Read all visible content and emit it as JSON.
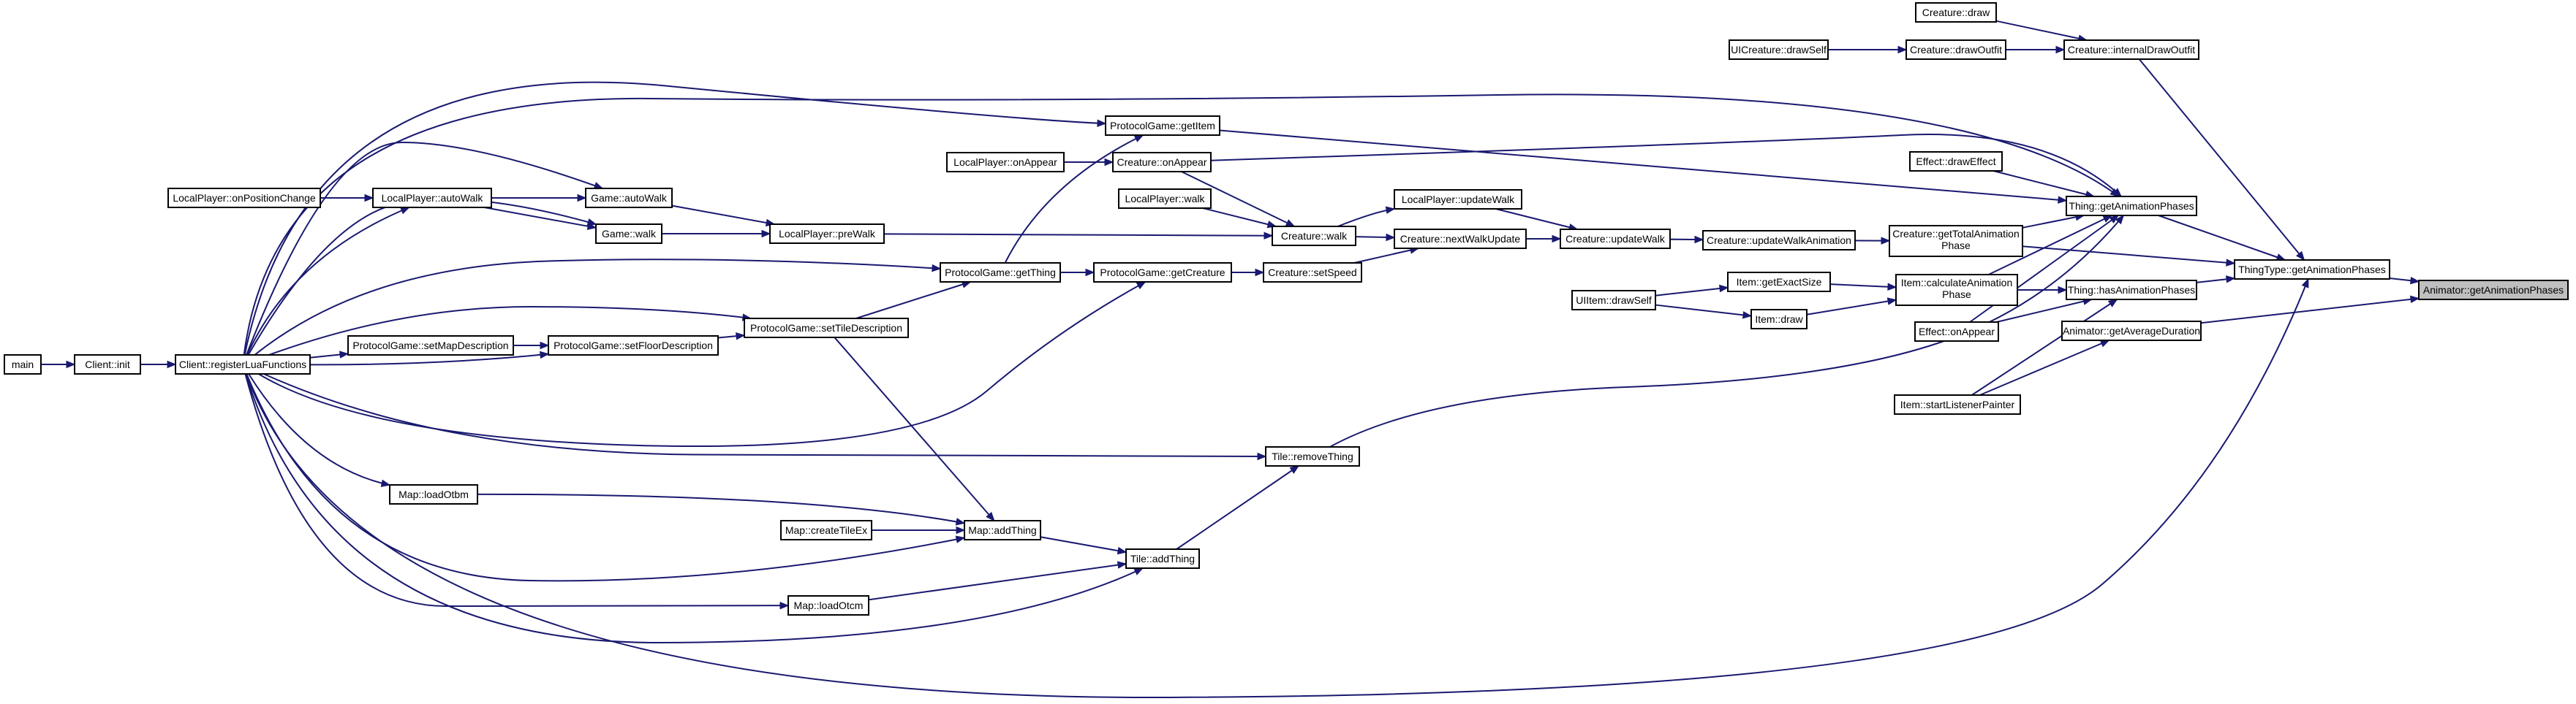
{
  "colors": {
    "edge": "#191970",
    "node_border": "#000000",
    "node_fill": "#ffffff",
    "root_fill": "#bfbfbf"
  },
  "nodes": {
    "animator_getAnimationPhases": "Animator::getAnimationPhases",
    "thingType_getAnimationPhases": "ThingType::getAnimationPhases",
    "thing_getAnimationPhases": "Thing::getAnimationPhases",
    "thing_hasAnimationPhases": "Thing::hasAnimationPhases",
    "animator_getAverageDuration": "Animator::getAverageDuration",
    "creature_internalDrawOutfit": "Creature::internalDrawOutfit",
    "creature_draw": "Creature::draw",
    "creature_drawOutfit": "Creature::drawOutfit",
    "uiCreature_drawSelf": "UICreature::drawSelf",
    "effect_drawEffect": "Effect::drawEffect",
    "creature_getTotalAnimationPhase": [
      "Creature::getTotalAnimation",
      "Phase"
    ],
    "item_calculateAnimationPhase": [
      "Item::calculateAnimation",
      "Phase"
    ],
    "effect_onAppear": "Effect::onAppear",
    "item_startListenerPainter": "Item::startListenerPainter",
    "item_getExactSize": "Item::getExactSize",
    "item_draw": "Item::draw",
    "uiItem_drawSelf": "UIItem::drawSelf",
    "creature_updateWalkAnimation": "Creature::updateWalkAnimation",
    "creature_updateWalk": "Creature::updateWalk",
    "creature_nextWalkUpdate": "Creature::nextWalkUpdate",
    "localPlayer_updateWalk": "LocalPlayer::updateWalk",
    "creature_walk": "Creature::walk",
    "creature_setSpeed": "Creature::setSpeed",
    "localPlayer_walk": "LocalPlayer::walk",
    "creature_onAppear": "Creature::onAppear",
    "localPlayer_onAppear": "LocalPlayer::onAppear",
    "protocolGame_getItem": "ProtocolGame::getItem",
    "protocolGame_getThing": "ProtocolGame::getThing",
    "protocolGame_getCreature": "ProtocolGame::getCreature",
    "localPlayer_preWalk": "LocalPlayer::preWalk",
    "game_autoWalk": "Game::autoWalk",
    "game_walk": "Game::walk",
    "localPlayer_autoWalk": "LocalPlayer::autoWalk",
    "localPlayer_onPositionChange": "LocalPlayer::onPositionChange",
    "protocolGame_setTileDescription": "ProtocolGame::setTileDescription",
    "protocolGame_setFloorDescription": "ProtocolGame::setFloorDescription",
    "protocolGame_setMapDescription": "ProtocolGame::setMapDescription",
    "client_registerLuaFunctions": "Client::registerLuaFunctions",
    "client_init": "Client::init",
    "main": "main",
    "tile_removeThing": "Tile::removeThing",
    "map_loadOtbm": "Map::loadOtbm",
    "map_addThing": "Map::addThing",
    "map_createTileEx": "Map::createTileEx",
    "tile_addThing": "Tile::addThing",
    "map_loadOtcm": "Map::loadOtcm"
  }
}
